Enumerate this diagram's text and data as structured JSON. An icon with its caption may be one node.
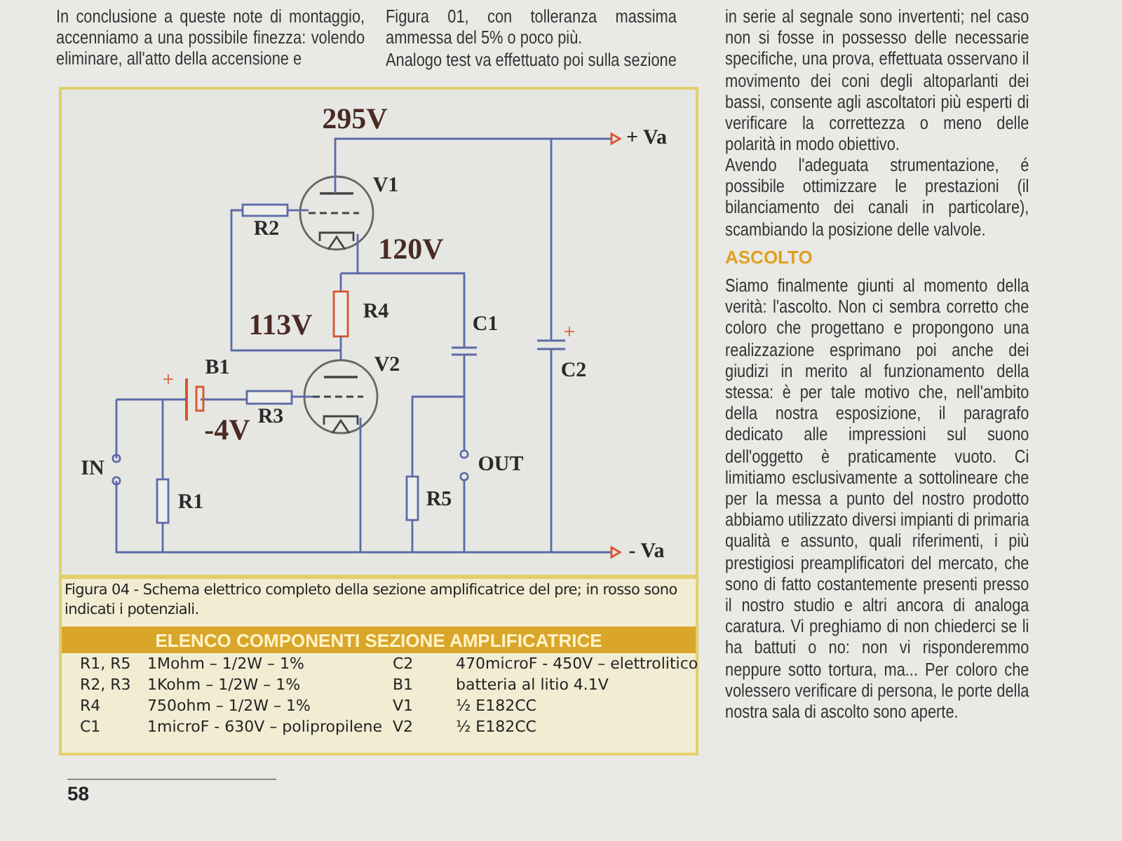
{
  "diagram": {
    "caption": "Figura 04 - Schema elettrico completo della sezione amplificatrice del pre; in rosso sono indicati i potenziali.",
    "labels": [
      "In conclusione a queste note di montaggio, accenniamo a una possibile finezza: volendo eliminare, all'atto della accensione e",
      "Figura 01, con tolleranza massima ammessa del 5% o poco più.",
      "Analogo test va effettuato poi sulla sezione",
      "in serie al segnale sono invertenti; nel caso non si fosse in possesso delle necessarie specifiche, una prova, effettuata osservano il movimento dei coni degli altoparlanti dei bassi, consente agli ascoltatori più esperti di verificare la correttezza o meno delle polarità in modo obiettivo.",
      "Avendo l'adeguata strumentazione, é possibile ottimizzare le prestazioni (il bilanciamento dei canali in particolare), scambiando la posizione delle valvole.",
      "ASCOLTO",
      "Siamo finalmente giunti al momento della verità: l'ascolto. Non ci sembra corretto che coloro che progettano e propongono una realizzazione esprimano poi anche dei giudizi in merito al funzionamento della stessa: è per tale motivo che, nell'ambito della nostra esposizione, il paragrafo dedicato alle impressioni sul suono dell'oggetto è praticamente vuoto. Ci limitiamo esclusivamente a sottolineare che per la messa a punto del nostro prodotto abbiamo utilizzato diversi impianti di primaria qualità e assunto, quali riferimenti, i più prestigiosi preamplificatori del mercato, che sono di fatto costantemente presenti presso il nostro studio e altri ancora di analoga caratura. Vi preghiamo di non chiederci se li ha battuti o no: non vi risponderemmo neppure sotto tortura, ma... Per coloro che volessero verificare di persona, le porte della nostra sala di ascolto sono aperte.",
      "295V",
      "+ Va",
      "V1",
      "R2",
      "120V",
      "113V",
      "R4",
      "C1",
      "+",
      "+",
      "B1",
      "V2",
      "C2",
      "-4V",
      "R3",
      "IN",
      "OUT",
      "R1",
      "R5",
      "- Va",
      "ELENCO COMPONENTI SEZIONE AMPLIFICATRICE",
      "R1, R5",
      "1Mohm – 1/2W – 1%",
      "C2",
      "470microF - 450V – elettrolitico",
      "R2, R3",
      "1Kohm – 1/2W – 1%",
      "B1",
      "batteria al litio 4.1V",
      "R4",
      "750ohm – 1/2W – 1%",
      "V1",
      "½ E182CC",
      "C1",
      "1microF - 630V – polipropilene",
      "V2",
      "½ E182CC",
      "58"
    ]
  }
}
